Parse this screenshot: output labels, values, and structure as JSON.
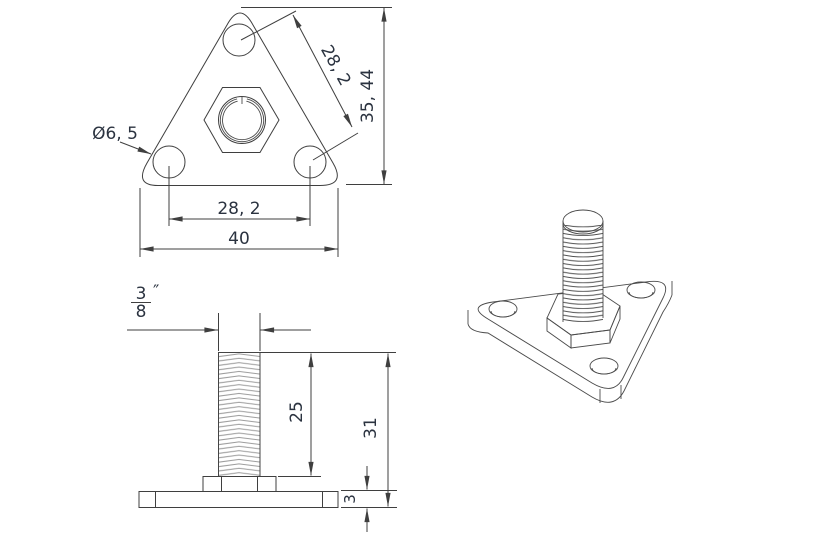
{
  "drawing": {
    "title": "threaded-stud-triangular-mounting-plate",
    "top_view": {
      "hole_diameter_label": "Ø6, 5",
      "diagonal_hole_spacing": "28, 2",
      "overall_height": "35, 44",
      "horizontal_hole_spacing": "28, 2",
      "overall_width": "40"
    },
    "front_view": {
      "thread_size_numerator": "3",
      "thread_size_denominator": "8",
      "thread_size_unit": "″",
      "thread_length": "25",
      "overall_height": "31",
      "plate_thickness": "3"
    },
    "colors": {
      "background": "#ffffff",
      "line": "#3f3f3f",
      "text": "#2b3340",
      "thread_hatch": "#9a9a9a"
    }
  }
}
